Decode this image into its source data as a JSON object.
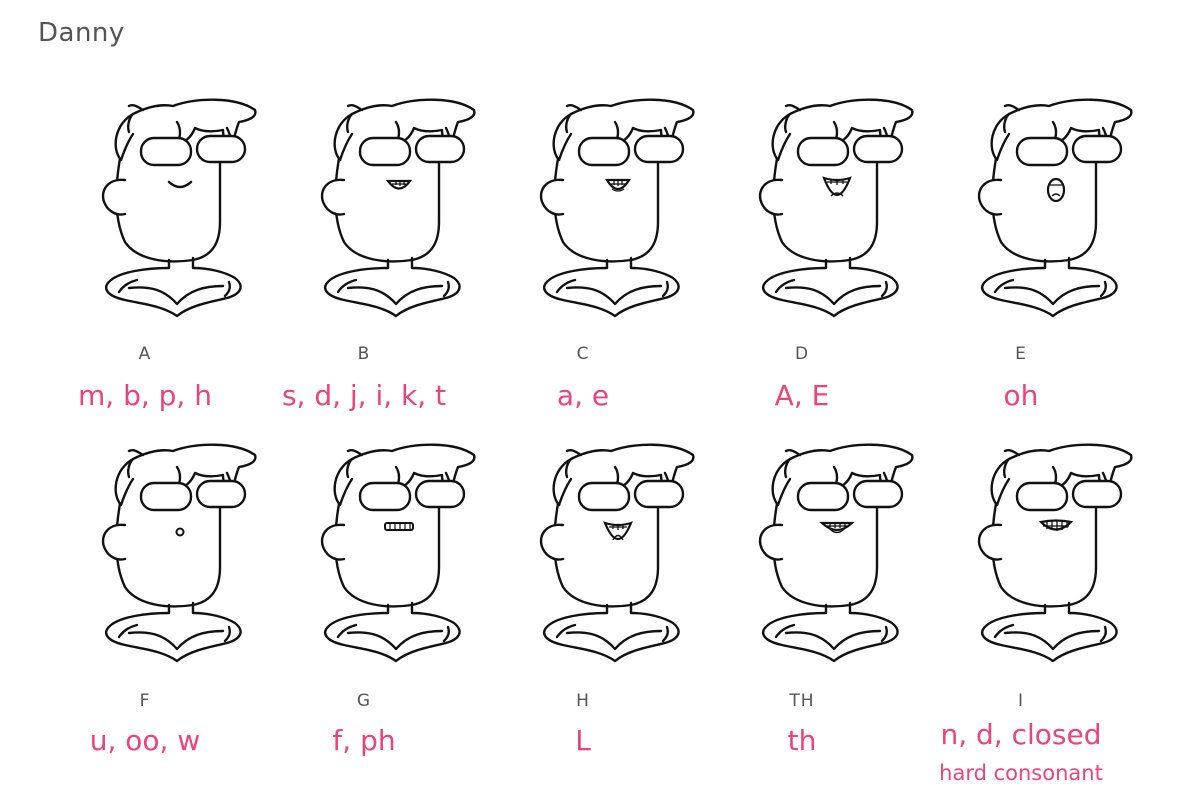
{
  "sheet": {
    "title": "Danny"
  },
  "mouth_shapes": [
    {
      "code": "A",
      "phonemes": "m, b, p, h",
      "mouth": "smile"
    },
    {
      "code": "B",
      "phonemes": "s, d, j, i, k, t",
      "mouth": "teeth-small"
    },
    {
      "code": "C",
      "phonemes": "a, e",
      "mouth": "teeth-open"
    },
    {
      "code": "D",
      "phonemes": "A, E",
      "mouth": "open-wide"
    },
    {
      "code": "E",
      "phonemes": "oh",
      "mouth": "round-open"
    },
    {
      "code": "F",
      "phonemes": "u, oo, w",
      "mouth": "small-o"
    },
    {
      "code": "G",
      "phonemes": "f, ph",
      "mouth": "lip-bite"
    },
    {
      "code": "H",
      "phonemes": "L",
      "mouth": "tongue-up"
    },
    {
      "code": "TH",
      "phonemes": "th",
      "mouth": "tongue-teeth"
    },
    {
      "code": "I",
      "phonemes": "n, d, closed",
      "sub": "hard consonant",
      "mouth": "teeth-closed"
    }
  ],
  "colors": {
    "phoneme": "#e8457c",
    "code": "#555555",
    "line": "#111111"
  }
}
